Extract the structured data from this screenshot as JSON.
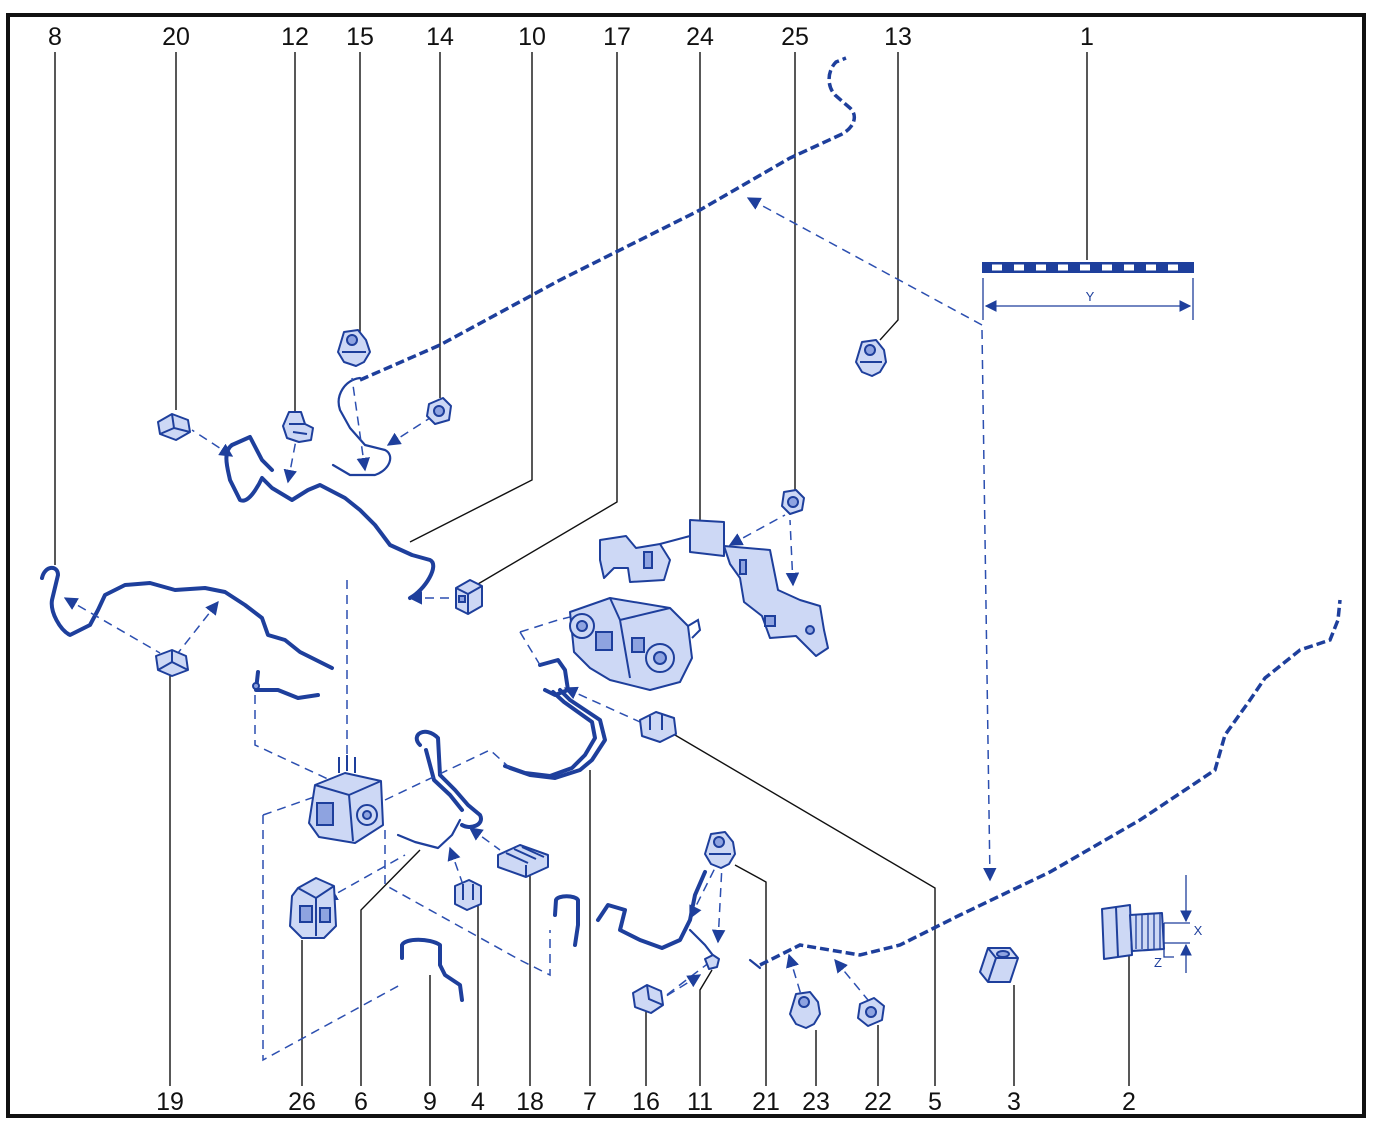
{
  "diagram": {
    "top_labels": [
      "8",
      "20",
      "12",
      "15",
      "14",
      "10",
      "17",
      "24",
      "25",
      "13",
      "1"
    ],
    "bottom_labels": [
      "19",
      "26",
      "6",
      "9",
      "4",
      "18",
      "7",
      "16",
      "11",
      "21",
      "23",
      "22",
      "5",
      "3",
      "2"
    ],
    "dimensions": {
      "y": "Y",
      "x": "X",
      "z": "Z"
    }
  },
  "colors": {
    "parts": "#1e3f9c",
    "part_fill": "#cdd8f5",
    "text": "#111111",
    "background": "#ffffff"
  }
}
